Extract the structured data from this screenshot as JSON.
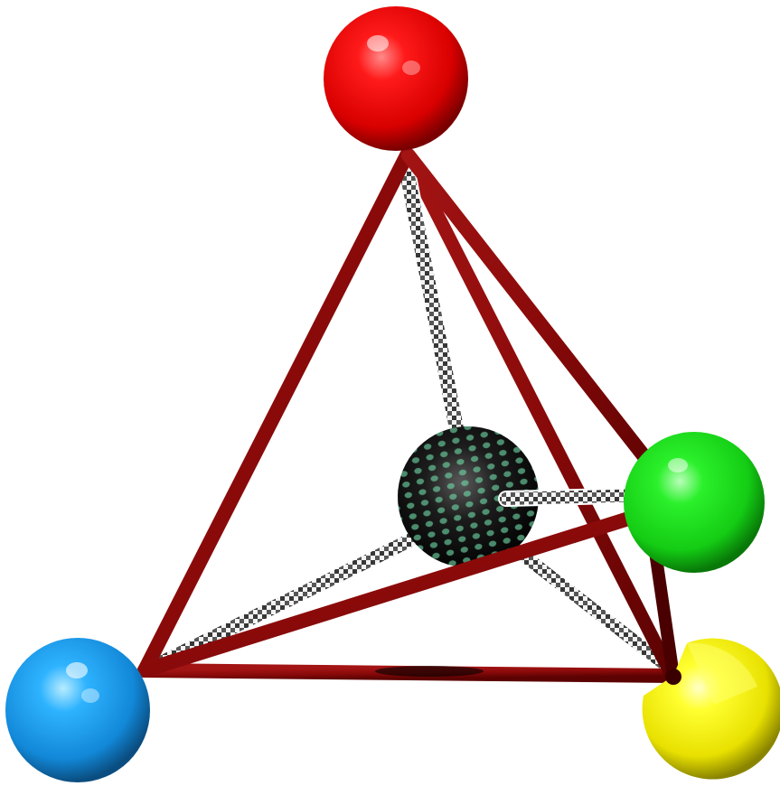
{
  "diagram": {
    "kind": "tetrahedral molecule model",
    "atoms": [
      {
        "id": "center",
        "role": "central atom",
        "color": "#111111",
        "pattern": "green-dot-texture"
      },
      {
        "id": "top",
        "role": "vertex atom",
        "color": "#e00000"
      },
      {
        "id": "left",
        "role": "vertex atom",
        "color": "#1e9be6"
      },
      {
        "id": "right",
        "role": "vertex atom",
        "color": "#19e019"
      },
      {
        "id": "bottom-right",
        "role": "vertex atom",
        "color": "#f5f000"
      }
    ],
    "edges": {
      "frame_color": "#8a0a0a",
      "bond_style": "black-and-white checkered"
    }
  }
}
